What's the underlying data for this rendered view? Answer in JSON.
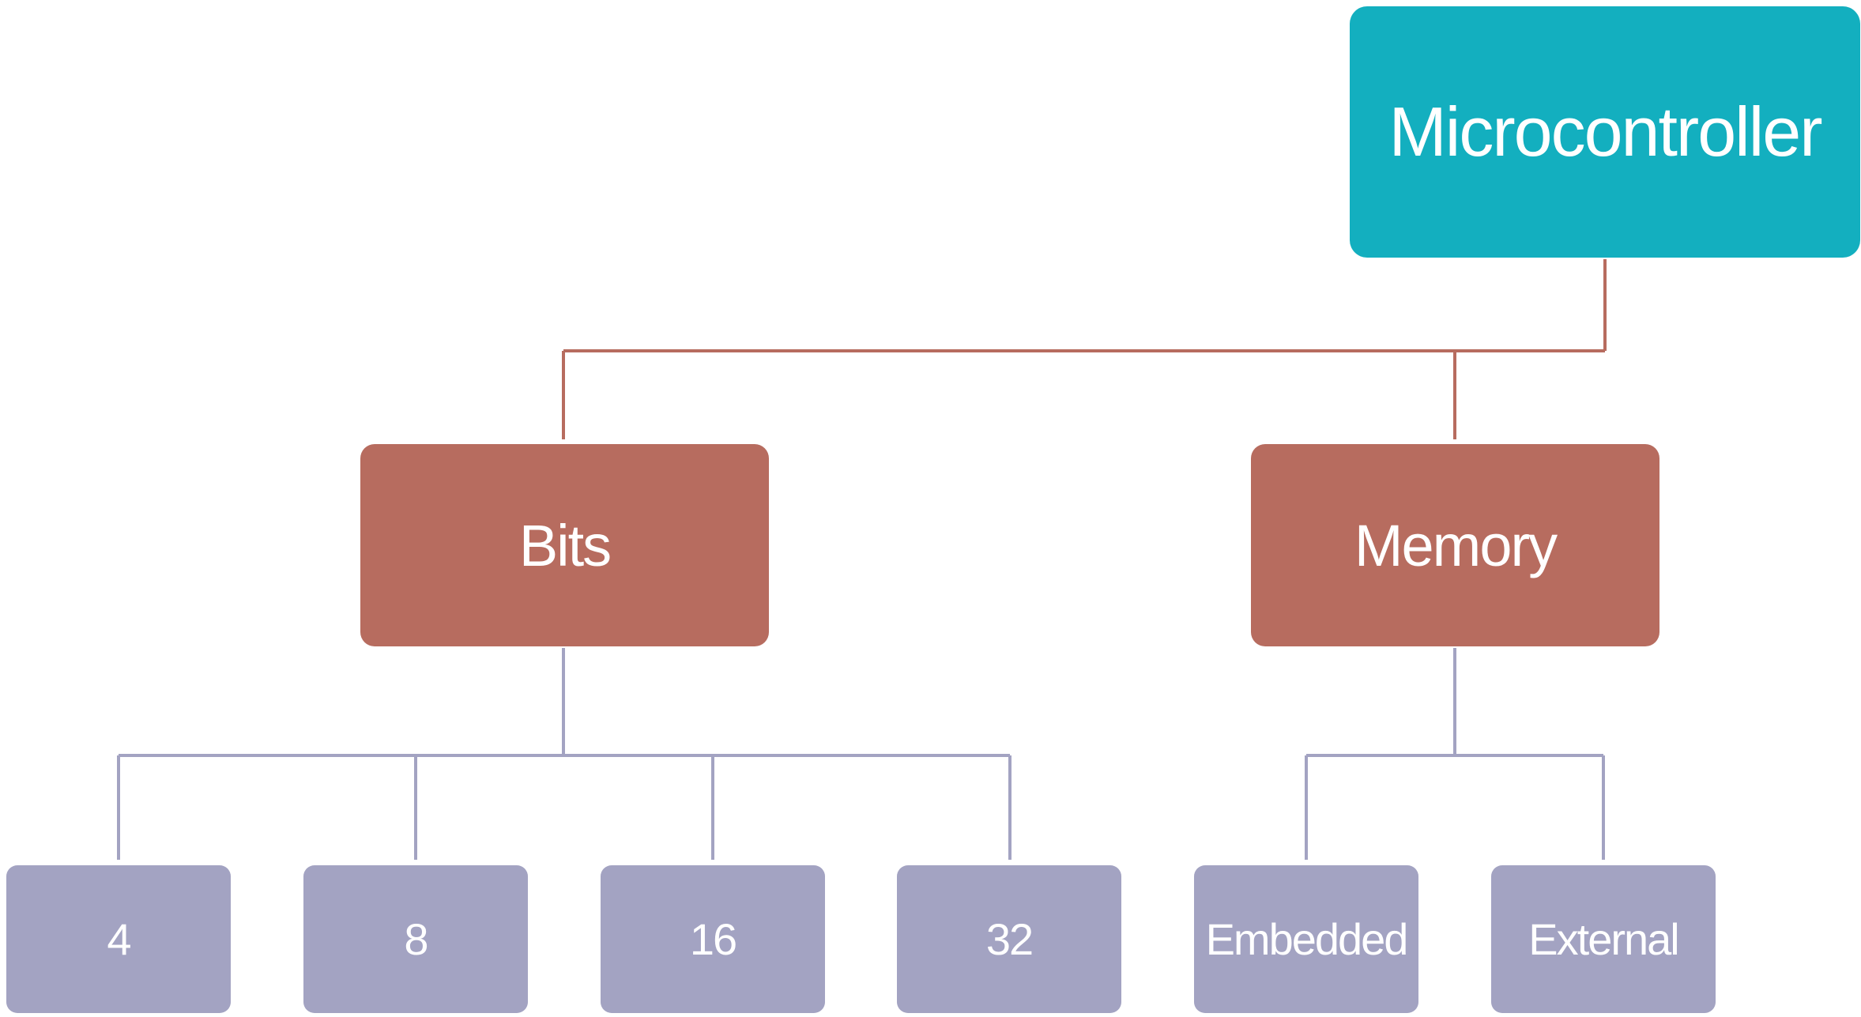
{
  "diagram": {
    "root": {
      "label": "Microcontroller"
    },
    "level1": {
      "bits": {
        "label": "Bits"
      },
      "memory": {
        "label": "Memory"
      }
    },
    "level2": {
      "bits_children": [
        "4",
        "8",
        "16",
        "32"
      ],
      "memory_children": [
        "Embedded",
        "External"
      ]
    }
  },
  "colors": {
    "root_fill": "#13afbf",
    "level1_fill": "#b76c5f",
    "level2_fill": "#a3a3c2",
    "root_connector": "#b76c5f",
    "level1_connector": "#a3a3c2",
    "text": "#ffffff"
  }
}
